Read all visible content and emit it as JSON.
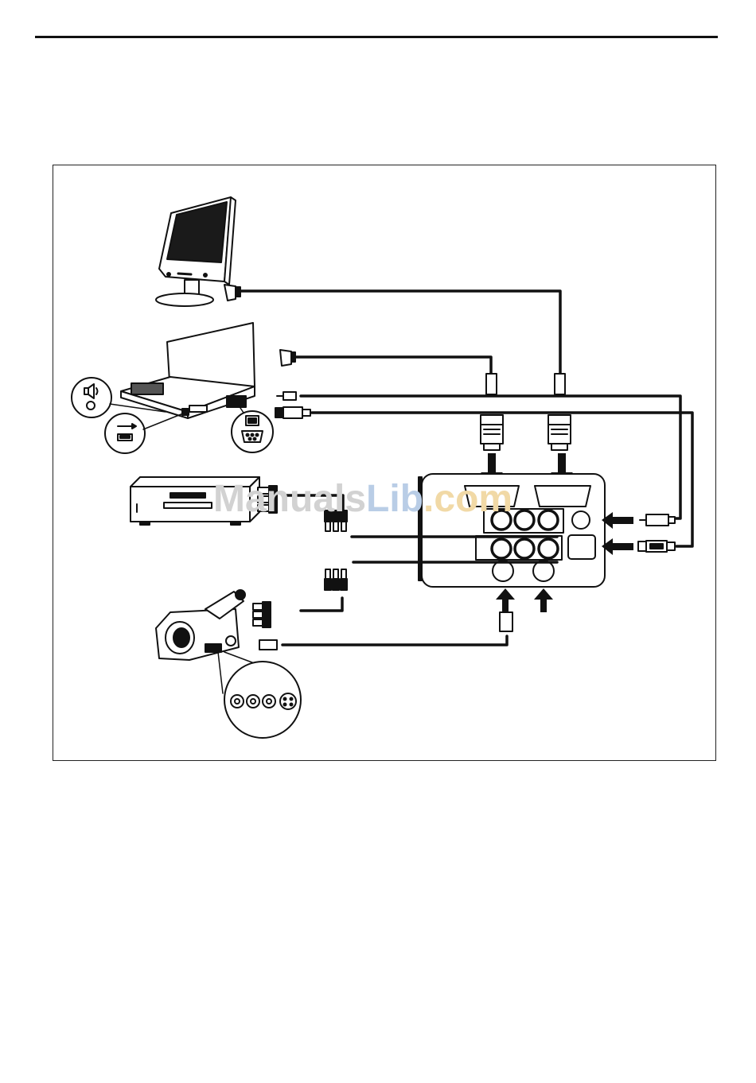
{
  "watermark": {
    "part1": "Manuals",
    "part2": "Lib",
    "part3": ".com",
    "colors": {
      "part1": "#d2d2d2",
      "part2": "#b9cde6",
      "part3": "#f1d9a6"
    }
  },
  "devices": {
    "monitor": "monitor-icon",
    "laptop": "laptop-icon",
    "dvd_player": "dvd-player-icon",
    "camcorder": "camcorder-icon",
    "projector_panel": "connector-panel-icon"
  },
  "callouts": {
    "audio": "speaker-icon",
    "usb": "usb-icon",
    "vga": "vga-port-icon",
    "camcorder_outputs": "av-jack-icon"
  }
}
